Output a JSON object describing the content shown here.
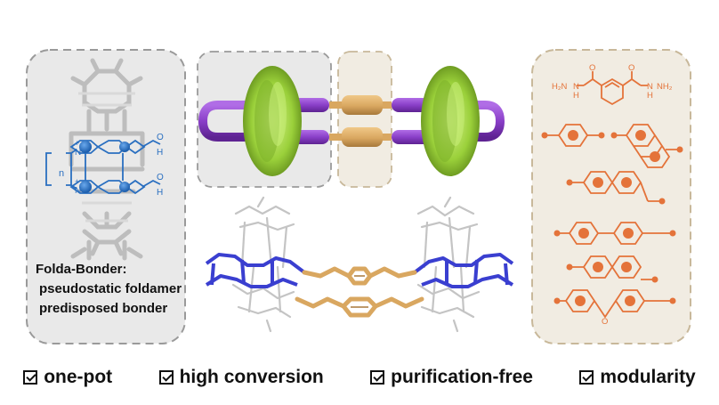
{
  "left_panel": {
    "title": "Folda-Bonder:",
    "line1": "pseudostatic foldamer",
    "line2": "predisposed bonder",
    "subscript_n": "n",
    "charge_plus": "+",
    "atom_n": "N",
    "atom_h": "H",
    "atom_o": "O"
  },
  "right_panel": {
    "hydrazide_left": "H₂N",
    "hydrazide_nh_left": "N",
    "hydrazide_h_left": "H",
    "hydrazide_right": "NH₂",
    "hydrazide_nh_right": "N",
    "hydrazide_h_right": "H",
    "atom_o": "O"
  },
  "features": [
    {
      "label": "one-pot"
    },
    {
      "label": "high conversion"
    },
    {
      "label": "purification-free"
    },
    {
      "label": "modularity"
    }
  ],
  "colors": {
    "gray_panel_bg": "#e9e9e9",
    "tan_panel_bg": "#f1ece2",
    "panel_border": "#9a9a9a",
    "tan_border": "#c8b89a",
    "blue": "#2a6fc0",
    "purple": "#8a3fc8",
    "green": "#9ad03a",
    "tan_link": "#d9a760",
    "orange": "#e4733a",
    "stick_gray": "#bdbdbd"
  }
}
